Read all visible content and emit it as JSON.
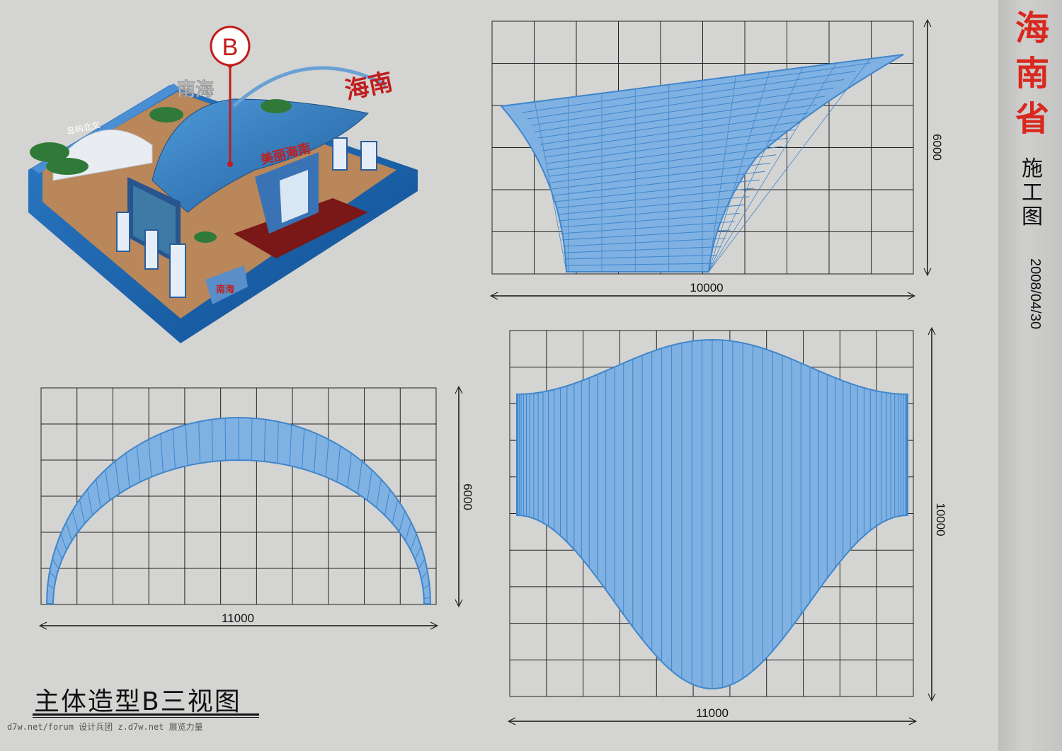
{
  "sidebar": {
    "title": "海南省",
    "subtitle": "施工图",
    "date": "2008/04/30"
  },
  "caption": "主体造型B三视图",
  "watermark": "d7w.net/forum 设计兵团 z.d7w.net 展览力量",
  "render": {
    "callout": "B",
    "signs": {
      "hainan": "海南",
      "beautiful": "美丽海南",
      "nanhai": "南海",
      "island": "岛屿北文"
    }
  },
  "views": {
    "top_right": {
      "width_dim": "10000",
      "height_dim": "6000"
    },
    "bottom_left": {
      "width_dim": "11000",
      "height_dim": "6000"
    },
    "bottom_right": {
      "width_dim": "11000",
      "height_dim": "10000"
    }
  },
  "colors": {
    "panel": "#3f86cc",
    "panel_fill": "#7fb1e2",
    "accent_red": "#d8281f",
    "grid": "#222222"
  }
}
